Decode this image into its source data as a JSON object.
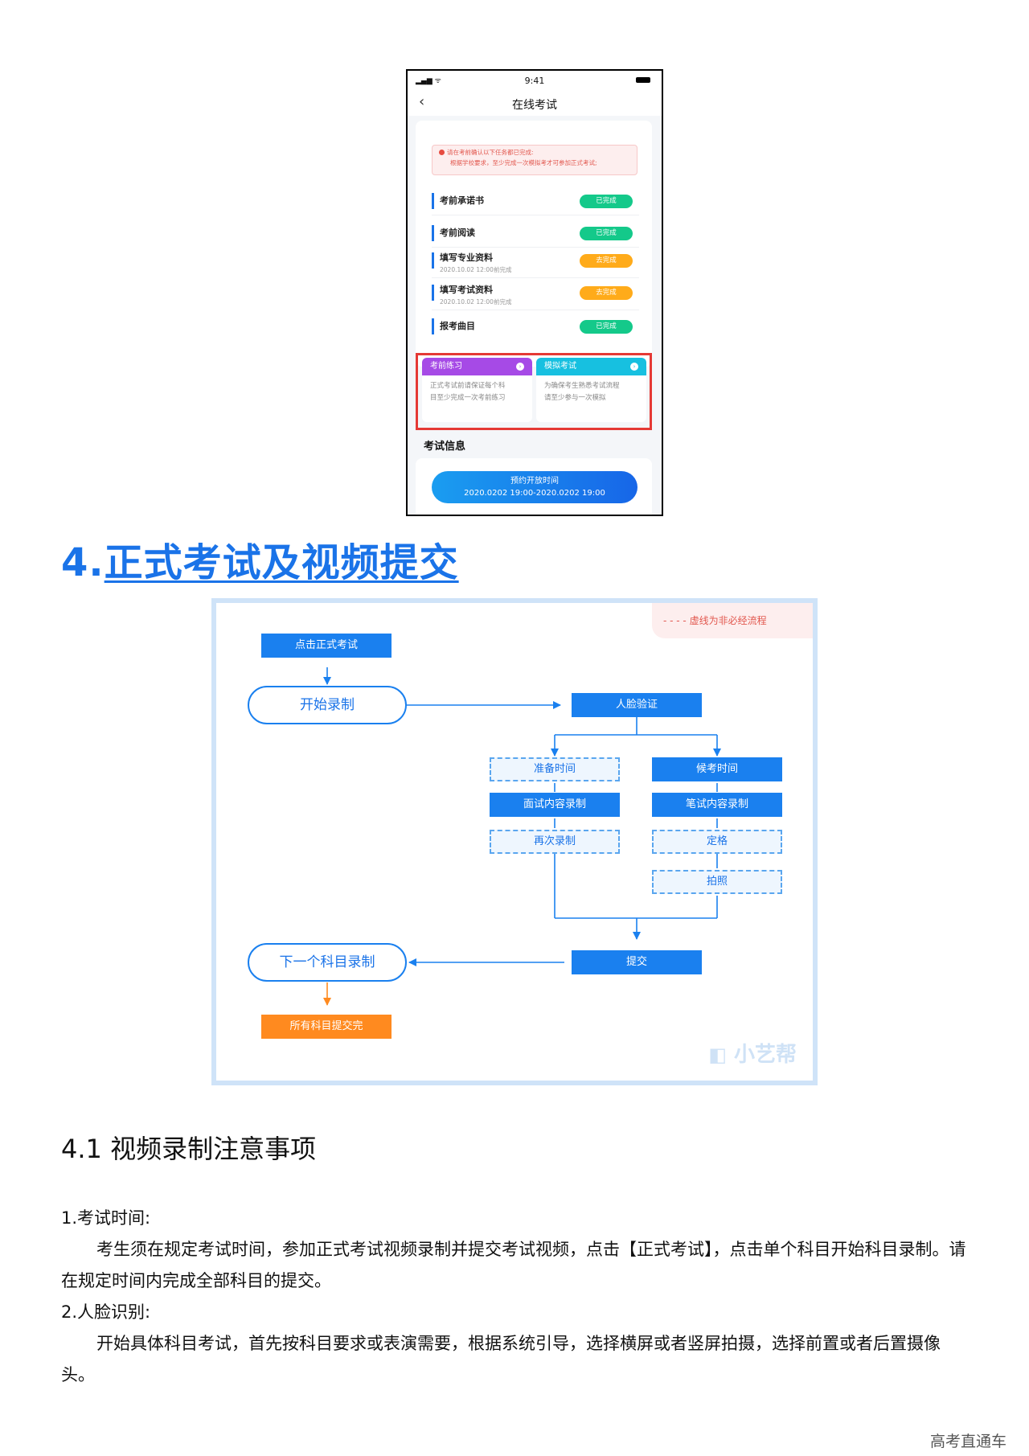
{
  "phone": {
    "status_time": "9:41",
    "signal": "▂▄▆ ᯤ",
    "nav_title": "在线考试",
    "notice_line1": "请在考前确认以下任务都已完成:",
    "notice_line2": "根据学校要求，至少完成一次模拟考才可参加正式考试;",
    "tasks": [
      {
        "name": "考前承诺书",
        "sub": "",
        "badge": "已完成",
        "state": "done"
      },
      {
        "name": "考前阅读",
        "sub": "",
        "badge": "已完成",
        "state": "done"
      },
      {
        "name": "填写专业资料",
        "sub": "2020.10.02 12:00前完成",
        "badge": "去完成",
        "state": "todo"
      },
      {
        "name": "填写考试资料",
        "sub": "2020.10.02 12:00前完成",
        "badge": "去完成",
        "state": "todo"
      },
      {
        "name": "报考曲目",
        "sub": "",
        "badge": "已完成",
        "state": "done"
      }
    ],
    "practice": {
      "title": "考前练习",
      "line1": "正式考试前请保证每个科",
      "line2": "目至少完成一次考前练习",
      "color": "#a64ae6"
    },
    "mock": {
      "title": "模拟考试",
      "line1": "为确保考生熟悉考试流程",
      "line2": "请至少参与一次模拟",
      "color": "#17c0e0"
    },
    "info_title": "考试信息",
    "cta_line1": "预约开放时间",
    "cta_line2": "2020.0202 19:00-2020.0202 19:00"
  },
  "heading": {
    "number": "4.",
    "title": "正式考试及视频提交"
  },
  "flow": {
    "legend": "- - - -   虚线为非必经流程",
    "start": "点击正式考试",
    "record": "开始录制",
    "face": "人脸验证",
    "prep": "准备时间",
    "wait": "候考时间",
    "interview": "面试内容录制",
    "written": "笔试内容录制",
    "rerecord": "再次录制",
    "freeze": "定格",
    "photo": "拍照",
    "submit": "提交",
    "next": "下一个科目录制",
    "all_done": "所有科目提交完",
    "watermark": "小艺帮"
  },
  "section": {
    "title": "4.1 视频录制注意事项",
    "item1_title": "1.考试时间:",
    "item1_body": "考生须在规定考试时间，参加正式考试视频录制并提交考试视频，点击【正式考试】，点击单个科目开始科目录制。请在规定时间内完成全部科目的提交。",
    "item2_title": "2.人脸识别:",
    "item2_body": "开始具体科目考试，首先按科目要求或表演需要，根据系统引导，选择横屏或者竖屏拍摄，选择前置或者后置摄像头。"
  },
  "footer": "高考直通车",
  "colors": {
    "accent": "#1a73e8",
    "done": "#14c98a",
    "todo": "#ffab1a",
    "alert": "#e53935"
  }
}
